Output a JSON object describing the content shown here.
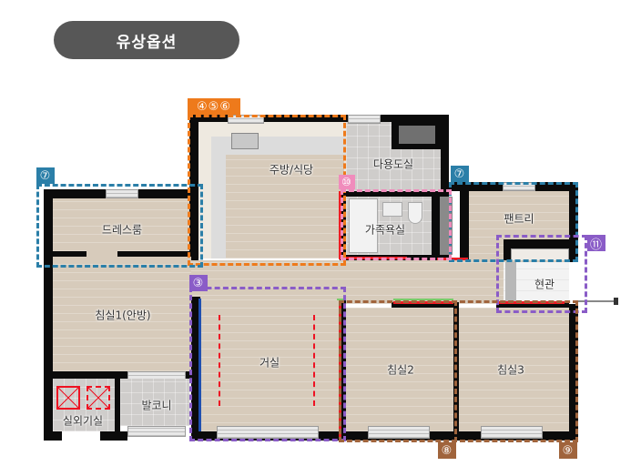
{
  "header": {
    "title": "유상옵션"
  },
  "colors": {
    "header_bg": "#575757",
    "orange": "#ee7a1b",
    "teal": "#2b7fa8",
    "purple": "#8a5cc7",
    "pink": "#f08cbc",
    "brown": "#a0643c",
    "red": "#ee1c24",
    "green": "#7acb6a",
    "blue": "#2050b0"
  },
  "rooms": [
    {
      "id": "kitchen",
      "label": "주방/식당"
    },
    {
      "id": "utility",
      "label": "다용도실"
    },
    {
      "id": "dressroom",
      "label": "드레스룸"
    },
    {
      "id": "bath",
      "label": "가족욕실"
    },
    {
      "id": "pantry",
      "label": "팬트리"
    },
    {
      "id": "entrance",
      "label": "현관"
    },
    {
      "id": "master",
      "label": "침실1(안방)"
    },
    {
      "id": "living",
      "label": "거실"
    },
    {
      "id": "bed2",
      "label": "침실2"
    },
    {
      "id": "bed3",
      "label": "침실3"
    },
    {
      "id": "balcony",
      "label": "발코니"
    },
    {
      "id": "ac_room",
      "label": "실외기실"
    }
  ],
  "option_badges": [
    {
      "id": "b456",
      "label": "④⑤⑥",
      "color": "orange"
    },
    {
      "id": "b7a",
      "label": "⑦",
      "color": "teal"
    },
    {
      "id": "b7b",
      "label": "⑦",
      "color": "teal"
    },
    {
      "id": "b3",
      "label": "③",
      "color": "purple"
    },
    {
      "id": "b10",
      "label": "⑩",
      "color": "pink"
    },
    {
      "id": "b11",
      "label": "⑪",
      "color": "purple"
    },
    {
      "id": "b8",
      "label": "⑧",
      "color": "brown"
    },
    {
      "id": "b9",
      "label": "⑨",
      "color": "brown"
    }
  ]
}
